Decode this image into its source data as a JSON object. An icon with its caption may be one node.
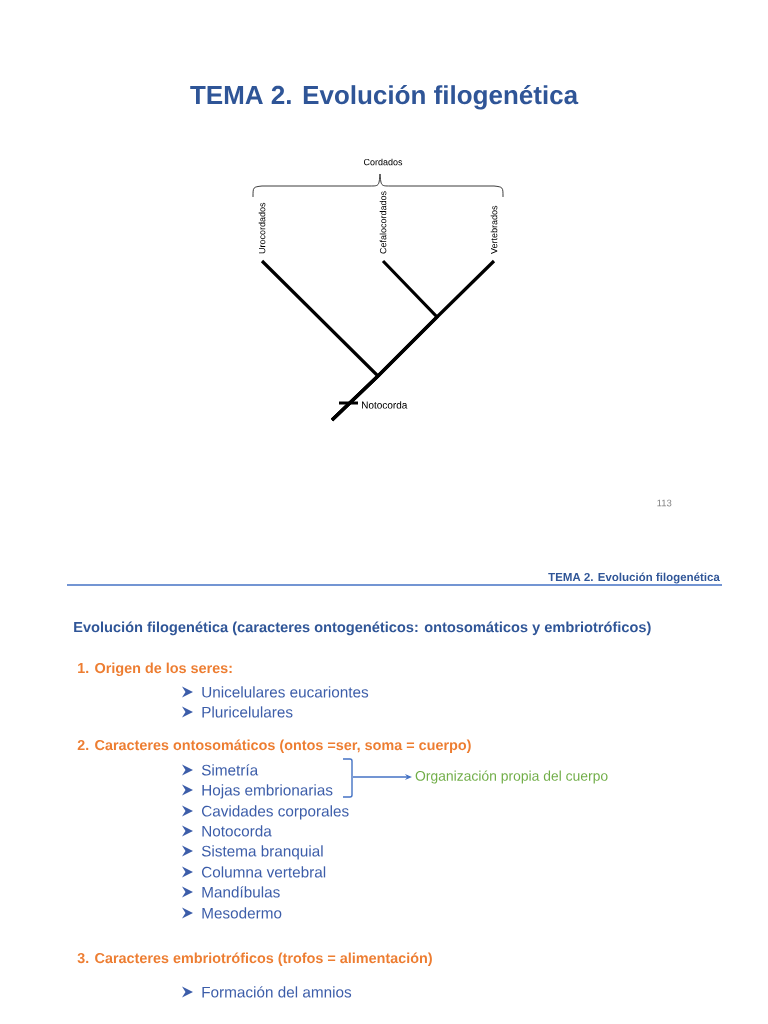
{
  "diagram": {
    "title": "TEMA 2. Evolución filogenética",
    "nodes": [
      {
        "text": [
          "Urocordados"
        ]
      },
      {
        "text": [
          "Cefalocordados"
        ]
      },
      {
        "text": [
          "Vertebrados"
        ]
      },
      {
        "text": [
          "Organización propia del cuerpo"
        ]
      }
    ],
    "edges": [
      {
        "from": null,
        "to": 0,
        "arrow": "none"
      },
      {
        "from": null,
        "to": 1,
        "arrow": "none"
      },
      {
        "from": null,
        "to": 2,
        "arrow": "none"
      },
      {
        "from": null,
        "to": 3,
        "arrow": "to",
        "color": "#4472c4"
      }
    ],
    "labels": [
      "Cordados",
      "Notocorda",
      "113",
      "TEMA 2. Evolución filogenética",
      "Evolución filogenética (caracteres ontogenéticos: ontosomáticos y embriotróficos)",
      "1. Origen de los seres:",
      "Unicelulares eucariontes",
      "Pluricelulares",
      "2. Caracteres ontosomáticos (ontos =ser, soma = cuerpo)",
      "Simetría",
      "Hojas embrionarias",
      "Cavidades corporales",
      "Notocorda",
      "Sistema branquial",
      "Columna vertebral",
      "Mandíbulas",
      "Mesodermo",
      "3. Caracteres embriotróficos (trofos = alimentación)",
      "Formación del amnios"
    ]
  }
}
